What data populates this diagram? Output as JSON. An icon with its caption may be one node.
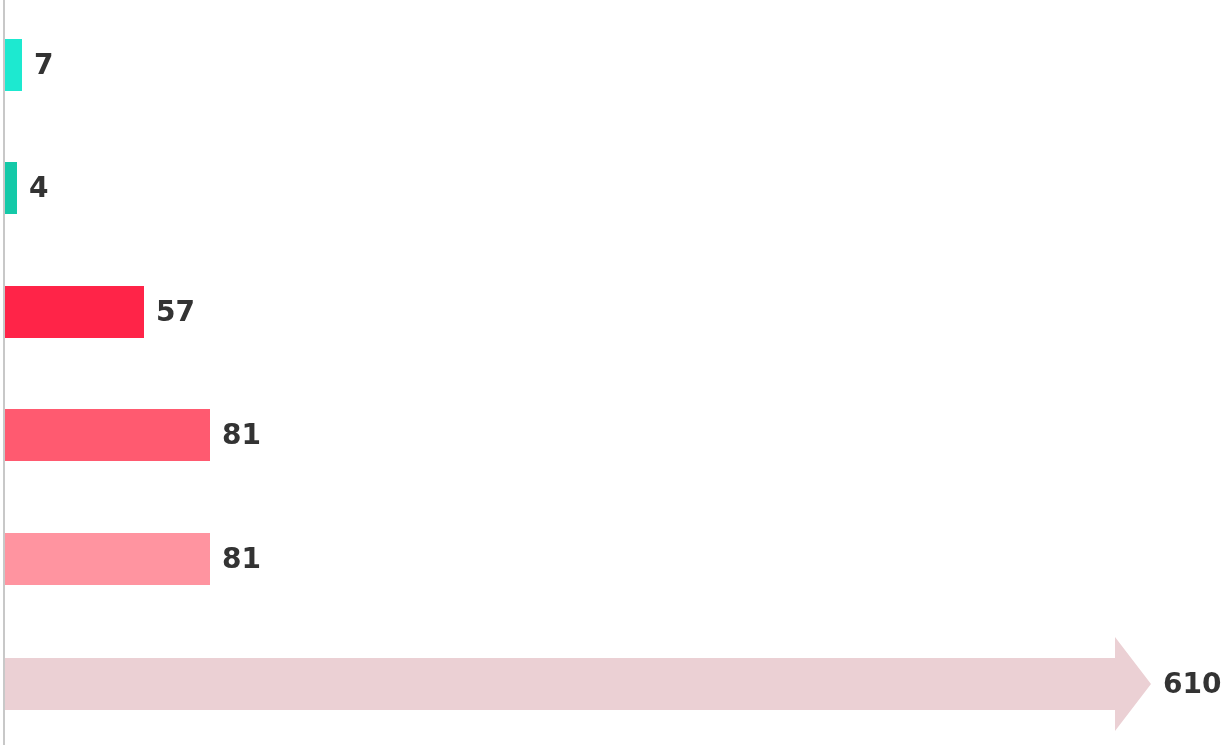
{
  "diagram": {
    "nodes": [
      {
        "text": [],
        "shape": "bar",
        "beside": [
          "7"
        ]
      },
      {
        "text": [],
        "shape": "bar",
        "beside": [
          "4"
        ]
      },
      {
        "text": [],
        "shape": "bar",
        "beside": [
          "57"
        ]
      },
      {
        "text": [],
        "shape": "bar",
        "beside": [
          "81"
        ]
      },
      {
        "text": [],
        "shape": "bar",
        "beside": [
          "81"
        ]
      },
      {
        "text": [],
        "shape": "arrow",
        "beside": [
          "610"
        ]
      }
    ]
  }
}
